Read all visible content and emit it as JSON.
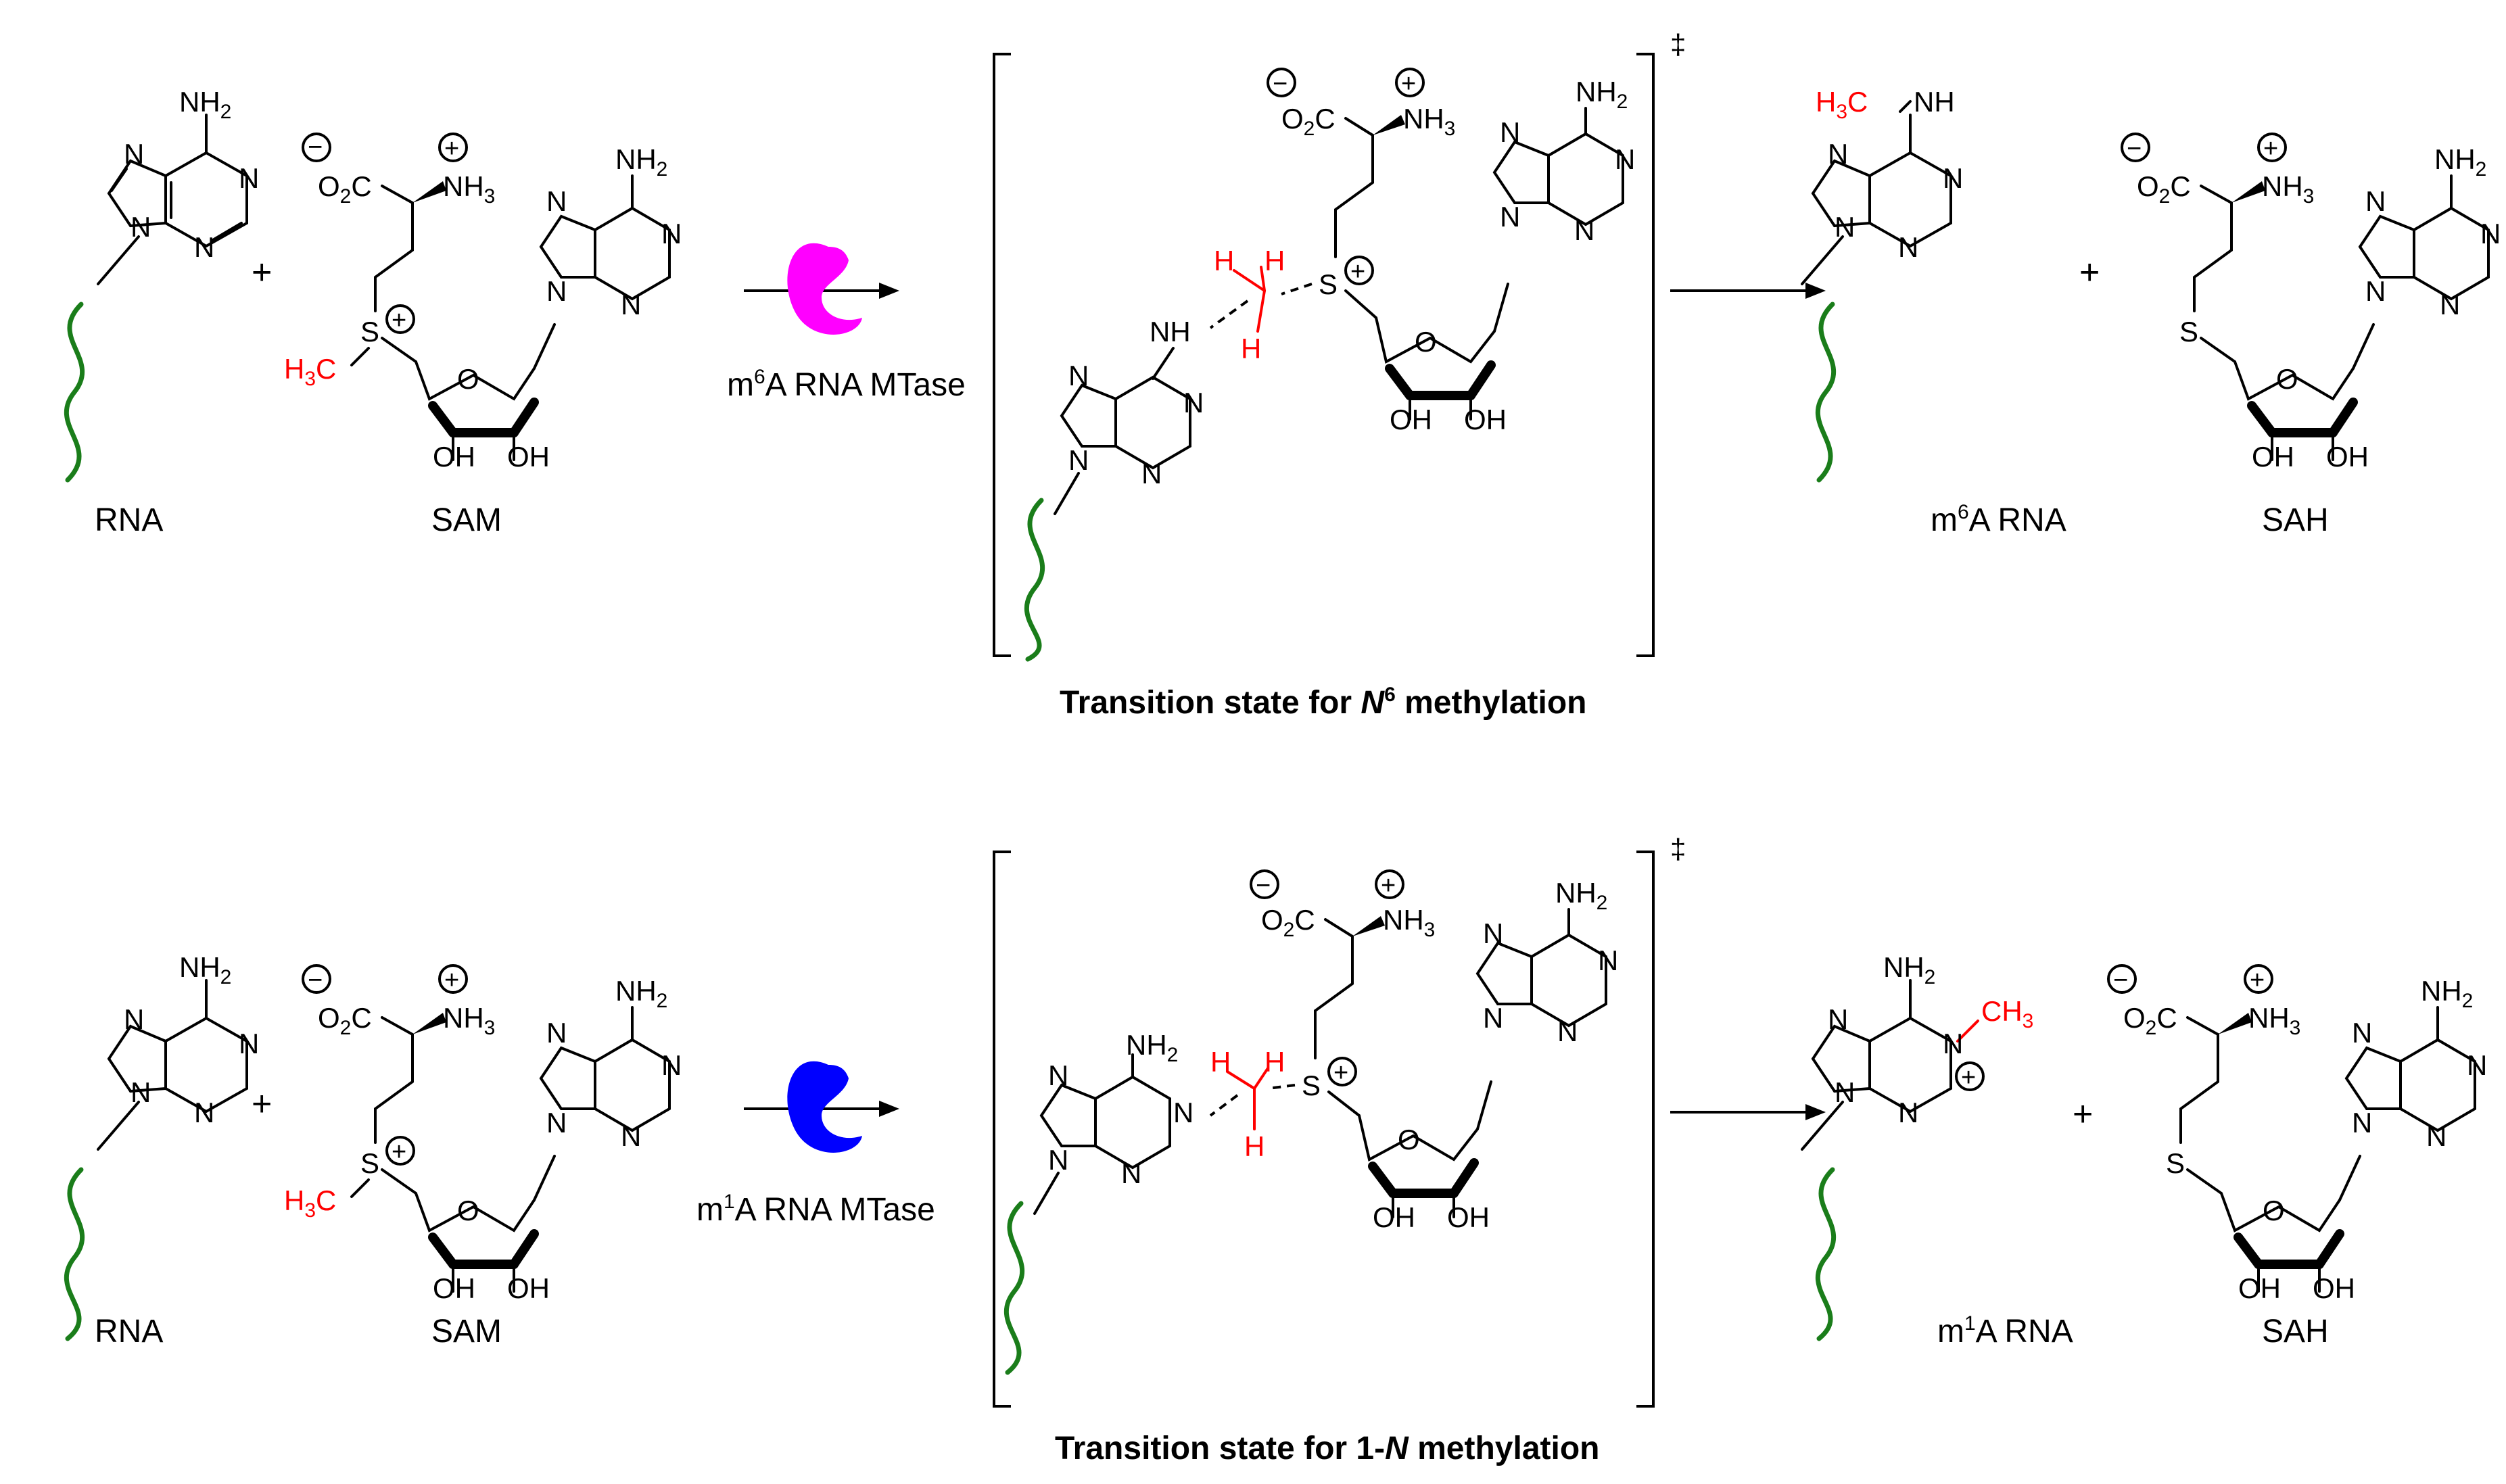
{
  "labels": {
    "rna": "RNA",
    "sam": "SAM",
    "sah": "SAH",
    "m6a_product": "A RNA",
    "m6a_product_prefix": "m",
    "m6a_product_sup": "6",
    "m1a_product": "A RNA",
    "m1a_product_prefix": "m",
    "m1a_product_sup": "1"
  },
  "enzymes": {
    "top": {
      "prefix": "m",
      "sup": "6",
      "rest": "A RNA MTase",
      "color": "#ff00ff"
    },
    "bottom": {
      "prefix": "m",
      "sup": "1",
      "rest": "A RNA MTase",
      "color": "#0000ff"
    }
  },
  "titles": {
    "top_prefix": "Transition state for ",
    "top_italic": "N",
    "top_sup": "6",
    "top_suffix": " methylation",
    "bottom_prefix": "Transition state for 1-",
    "bottom_italic": "N",
    "bottom_suffix": " methylation"
  },
  "symbols": {
    "plus": "+",
    "double_dagger": "‡"
  },
  "atoms": {
    "N": "N",
    "NH": "NH",
    "NH2": "NH",
    "NH3": "NH",
    "O": "O",
    "OH": "OH",
    "S": "S",
    "H": "H",
    "O2C": "O",
    "C": "C",
    "H3C": "H",
    "CH3": "CH",
    "two": "2",
    "three": "3",
    "plus_charge": "+",
    "minus_charge": "−"
  },
  "colors": {
    "rna_strand": "#1a7d1a",
    "transferred_methyl": "#ff0000"
  }
}
